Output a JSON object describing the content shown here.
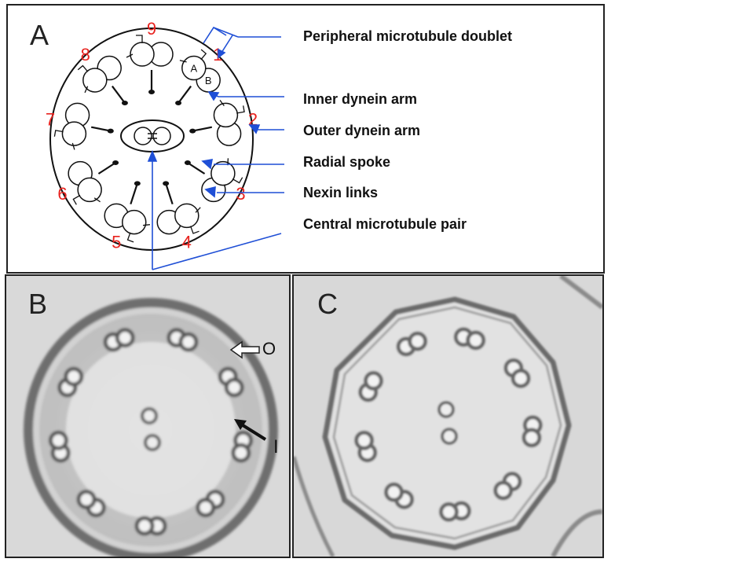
{
  "panel_a": {
    "letter": "A",
    "doublet_numbers": [
      "1",
      "2",
      "3",
      "4",
      "5",
      "6",
      "7",
      "8",
      "9"
    ],
    "tubule_labels": {
      "a": "A",
      "b": "B"
    },
    "callouts": {
      "peripheral_doublet": "Peripheral microtubule doublet",
      "inner_dynein_arm": "Inner dynein arm",
      "outer_dynein_arm": "Outer dynein arm",
      "radial_spoke": "Radial spoke",
      "nexin_links": "Nexin links",
      "central_pair": "Central microtubule pair"
    },
    "colors": {
      "numbers": "#e8231f",
      "leader_lines": "#1f4fd6",
      "outline": "#111111"
    }
  },
  "panel_b": {
    "letter": "B",
    "arrow_labels": {
      "outer": "O",
      "inner": "I"
    }
  },
  "panel_c": {
    "letter": "C"
  }
}
